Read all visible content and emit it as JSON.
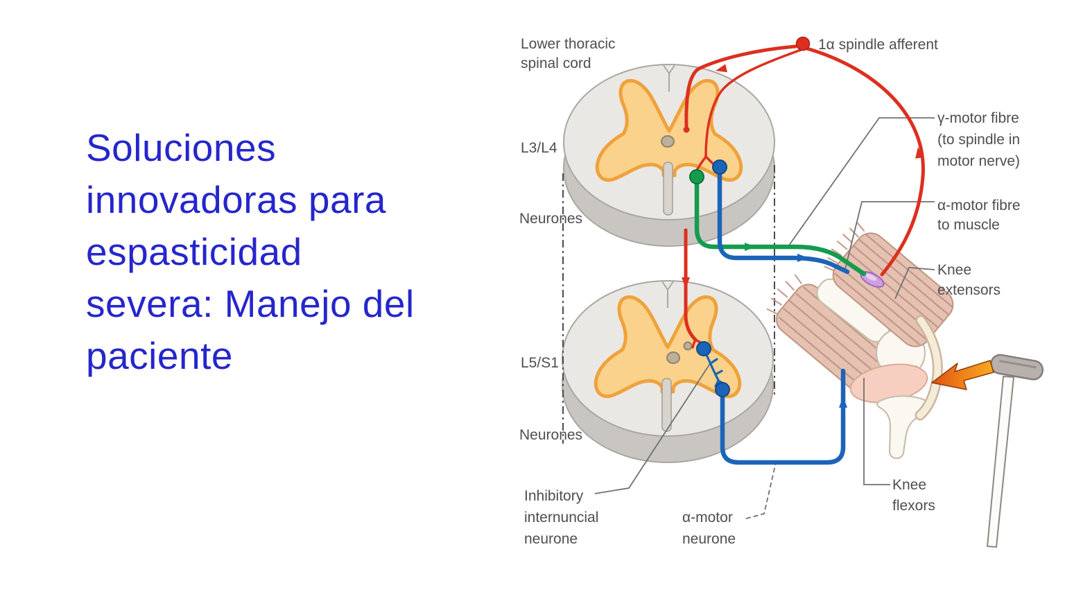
{
  "slide": {
    "title_lines": [
      "Soluciones",
      "innovadoras para",
      "espasticidad",
      "severa: Manejo del",
      "paciente"
    ]
  },
  "diagram": {
    "labels": {
      "region_line1": "Lower thoracic",
      "region_line2": "spinal cord",
      "level_upper": "L3/L4",
      "neurones_upper": "Neurones",
      "level_lower": "L5/S1",
      "neurones_lower": "Neurones",
      "inhibitory_line1": "Inhibitory",
      "inhibitory_line2": "internuncial",
      "inhibitory_line3": "neurone",
      "alpha_neurone_line1": "α-motor",
      "alpha_neurone_line2": "neurone",
      "spindle_afferent": "1α spindle afferent",
      "gamma_line1": "γ-motor fibre",
      "gamma_line2": "(to spindle in",
      "gamma_line3": "motor nerve)",
      "alpha_fibre_line1": "α-motor fibre",
      "alpha_fibre_line2": "to muscle",
      "knee_ext_line1": "Knee",
      "knee_ext_line2": "extensors",
      "knee_flex_line1": "Knee",
      "knee_flex_line2": "flexors"
    },
    "colors": {
      "title_blue": "#2526cb",
      "afferent_red": "#dd2f1f",
      "gamma_green": "#149c4e",
      "alpha_blue": "#1c64b8",
      "gray_matter_fill": "#fbd28b",
      "gray_matter_edge": "#efa23b",
      "cord_face": "#eae8e5",
      "cord_side": "#c9c6c2",
      "cord_edge": "#aaa7a2",
      "label_text": "#4e4e52",
      "leader_gray": "#707070",
      "muscle_fill": "#e5c1b2",
      "muscle_stripe": "#bc8e7f",
      "bone_fill": "#faf8f1",
      "bone_edge": "#c8bfab",
      "spindle_purple": "#cf9fe0",
      "arrow_orange": "#f0861c",
      "hammer_gray": "#b7b0ac",
      "hammer_edge": "#847d79"
    }
  }
}
